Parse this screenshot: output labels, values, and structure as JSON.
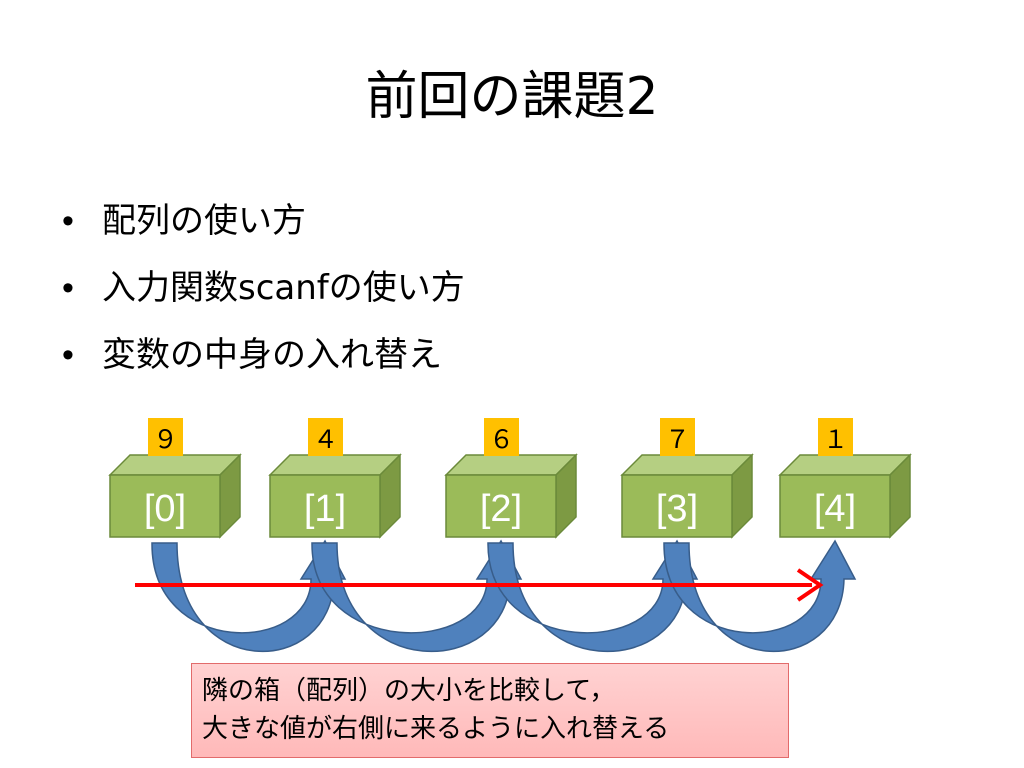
{
  "slide": {
    "title": "前回の課題2",
    "bullets": [
      "配列の使い方",
      "入力関数scanfの使い方",
      "変数の中身の入れ替え"
    ],
    "bullet_glyph": "•"
  },
  "array_boxes": [
    {
      "index_label": "[0]",
      "value": "９"
    },
    {
      "index_label": "[1]",
      "value": "４"
    },
    {
      "index_label": "[2]",
      "value": "６"
    },
    {
      "index_label": "[3]",
      "value": "７"
    },
    {
      "index_label": "[4]",
      "value": "１"
    }
  ],
  "colors": {
    "box_front": "#9bbb59",
    "box_top": "#b5cf82",
    "box_side": "#7d9a43",
    "box_border": "#6b8a3a",
    "value_tag": "#ffc000",
    "swap_arrow": "#4f81bd",
    "direction_arrow": "#ff0000",
    "note_border": "#e26b6b"
  },
  "note": {
    "line1": "隣の箱（配列）の大小を比較して，",
    "line2": "大きな値が右側に来るように入れ替える"
  },
  "icons": {
    "swap_arrows": "curved-arrow-icon",
    "direction": "right-arrow-icon"
  }
}
